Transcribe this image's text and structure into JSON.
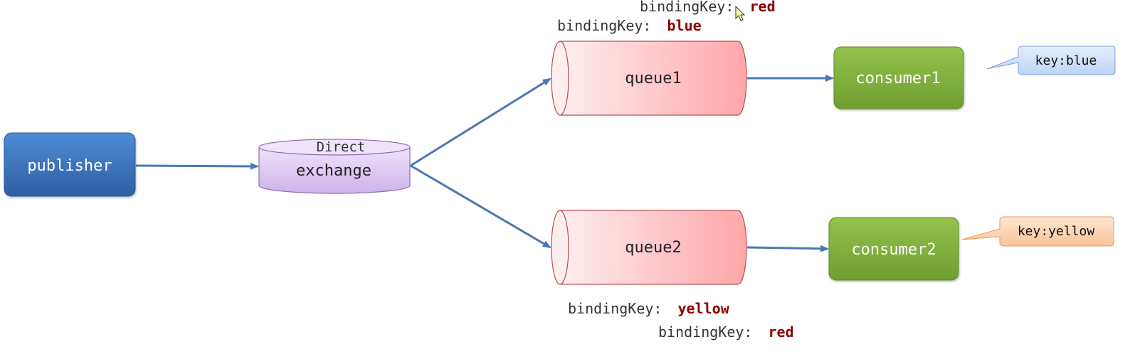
{
  "publisher": {
    "label": "publisher"
  },
  "exchange": {
    "type_label": "Direct",
    "label": "exchange"
  },
  "queues": [
    {
      "label": "queue1"
    },
    {
      "label": "queue2"
    }
  ],
  "consumers": [
    {
      "label": "consumer1",
      "callout": "key:blue"
    },
    {
      "label": "consumer2",
      "callout": "key:yellow"
    }
  ],
  "bindings": {
    "prefix": "bindingKey:",
    "queue1_top_upper": "red",
    "queue1_top_lower": "blue",
    "queue2_bottom_upper": "yellow",
    "queue2_bottom_lower": "red"
  },
  "colors": {
    "publisher": "#3a72be",
    "exchange": "#dcc8f0",
    "queue_pink": "#ffadb0",
    "consumer_green": "#7fb03a",
    "arrow": "#4a78b5",
    "binding_value": "#8b0000",
    "callout_blue": "#cfe1fb",
    "callout_orange": "#fdd3b0"
  }
}
